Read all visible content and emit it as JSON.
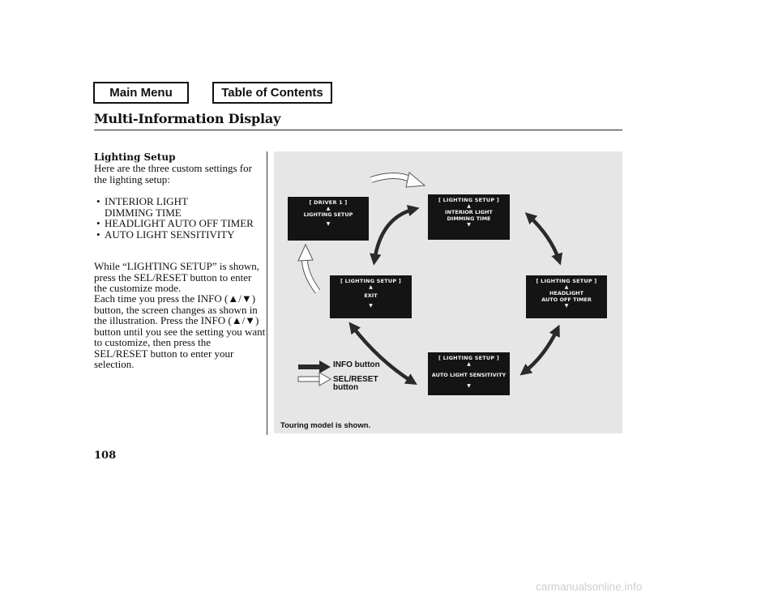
{
  "nav": {
    "main_menu": "Main Menu",
    "table_of_contents": "Table of Contents"
  },
  "page_title": "Multi-Information Display",
  "section_title": "Lighting Setup",
  "intro": "Here are the three custom settings for the lighting setup:",
  "bullets": [
    "INTERIOR LIGHT\nDIMMING TIME",
    "HEADLIGHT AUTO OFF TIMER",
    "AUTO LIGHT SENSITIVITY"
  ],
  "para2": "While “LIGHTING SETUP” is shown, press the SEL/RESET button to enter the customize mode.",
  "para3": "Each time you press the INFO (▲/▼) button, the screen changes as shown in the illustration. Press the INFO (▲/▼) button until you see the setting you want to customize, then press the SEL/RESET button to enter your selection.",
  "screens": {
    "driver": {
      "header": "[ DRIVER 1 ]",
      "body": "LIGHTING SETUP",
      "up": "▲",
      "down": "▼"
    },
    "interior": {
      "header": "[ LIGHTING SETUP ]",
      "body": "INTERIOR LIGHT\nDIMMING TIME",
      "up": "▲",
      "down": "▼"
    },
    "exit": {
      "header": "[ LIGHTING SETUP ]",
      "body": "EXIT",
      "up": "▲",
      "down": "▼"
    },
    "headlight": {
      "header": "[ LIGHTING SETUP ]",
      "body": "HEADLIGHT\nAUTO OFF TIMER",
      "up": "▲",
      "down": "▼"
    },
    "sensitivity": {
      "header": "[ LIGHTING SETUP ]",
      "body": "AUTO LIGHT SENSITIVITY",
      "up": "▲",
      "down": "▼"
    }
  },
  "legend": {
    "info": "INFO button",
    "sel_reset": "SEL/RESET\nbutton"
  },
  "caption": "Touring model is shown.",
  "page_number": "108",
  "watermark": "carmanualsonline.info",
  "colors": {
    "figure_bg": "#e6e6e6",
    "screen_bg": "#141414",
    "info_arrow": "#2a2a2a",
    "sel_arrow": "#ffffff"
  }
}
